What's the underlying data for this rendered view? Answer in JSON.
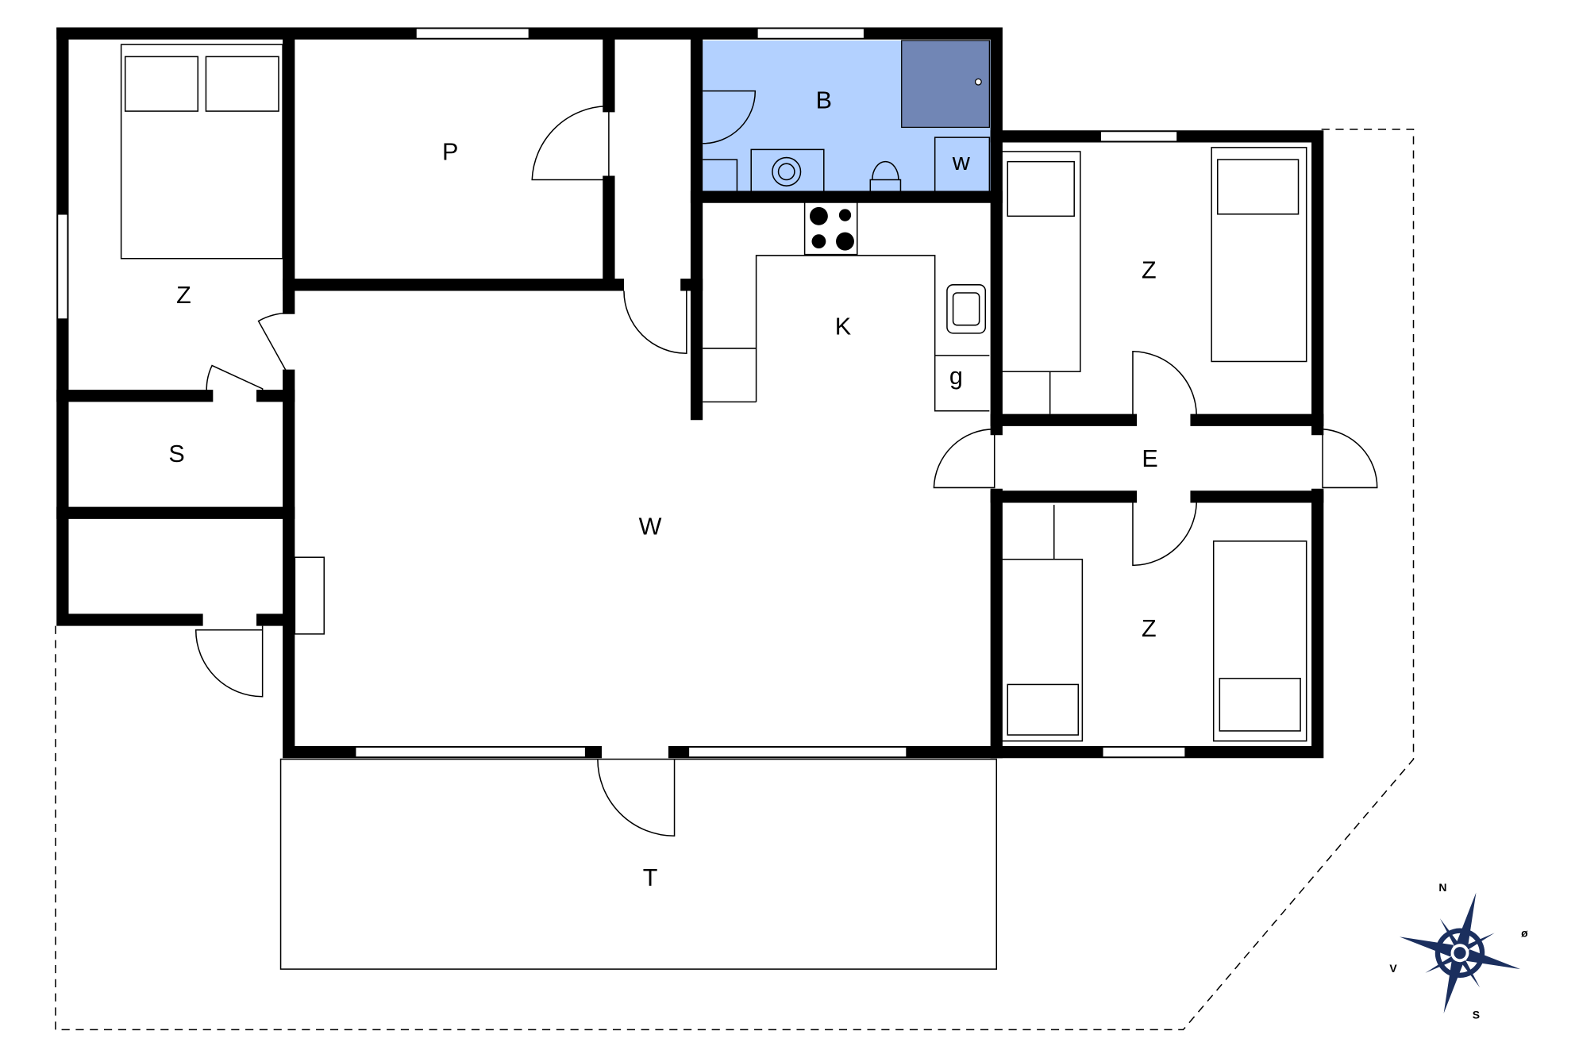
{
  "floorplan": {
    "rooms": {
      "bedroom_nw": "Z",
      "room_p": "P",
      "bathroom": "B",
      "bathroom_w": "w",
      "kitchen": "K",
      "kitchen_g": "g",
      "storage": "S",
      "living": "W",
      "bedroom_ne": "Z",
      "entrance": "E",
      "bedroom_se": "Z",
      "terrace": "T"
    },
    "colors": {
      "bathroom": "#b3d1ff",
      "shower": "#7186b5",
      "compass": "#1b2f5e"
    },
    "compass": {
      "north": "N",
      "east": "ø",
      "south": "S",
      "west": "V"
    }
  }
}
